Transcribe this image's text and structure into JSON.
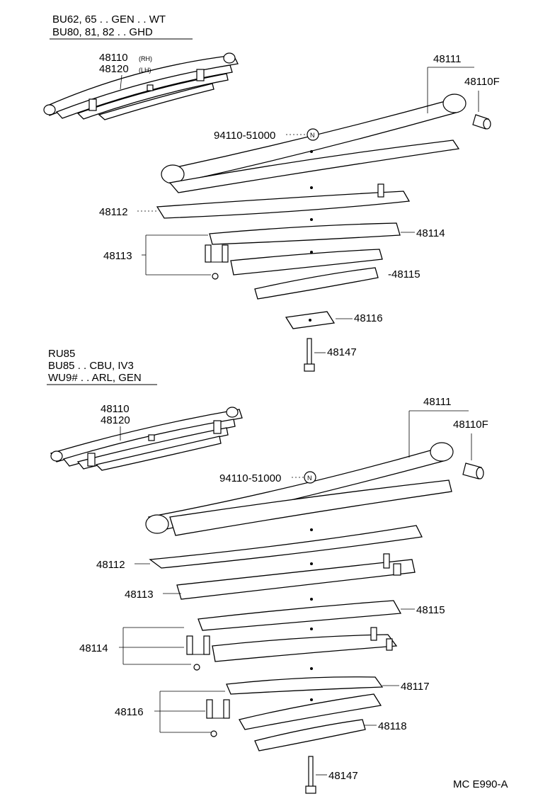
{
  "sections": [
    {
      "header_lines": [
        "BU62, 65 . . GEN . . WT",
        "BU80, 81, 82 . . GHD"
      ],
      "assembly_labels": [
        "48110",
        "48120"
      ],
      "assembly_suffixes": [
        "(RH)",
        "(LH)"
      ],
      "parts": {
        "p48111": "48111",
        "p48110F": "48110F",
        "p94110": "94110-51000",
        "p48112": "48112",
        "p48113": "48113",
        "p48114": "48114",
        "p48115": "-48115",
        "p48116": "48116",
        "p48147": "48147"
      }
    },
    {
      "header_lines": [
        "RU85",
        "BU85 . . CBU, IV3",
        "WU9# . . ARL, GEN"
      ],
      "assembly_labels": [
        "48110",
        "48120"
      ],
      "parts": {
        "p48111": "48111",
        "p48110F": "48110F",
        "p94110": "94110-51000",
        "p48112": "48112",
        "p48113": "48113",
        "p48115": "48115",
        "p48114": "48114",
        "p48117": "48117",
        "p48116": "48116",
        "p48118": "48118",
        "p48147": "48147"
      }
    }
  ],
  "n_symbol": "N",
  "diagram_code": "MC E990-A"
}
